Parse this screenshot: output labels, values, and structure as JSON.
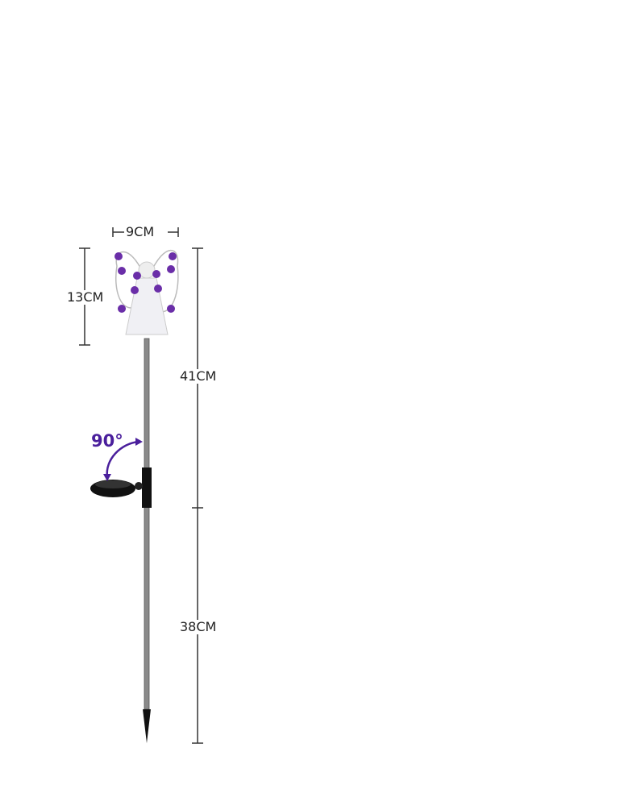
{
  "dimensions": {
    "width": "9CM",
    "head_height": "13CM",
    "upper_length": "41CM",
    "lower_length": "38CM"
  },
  "solar_panel_rotation": "90°",
  "colors": {
    "accent": "#4a1f9c",
    "flower": "#6a2ea8",
    "line": "#333333"
  }
}
